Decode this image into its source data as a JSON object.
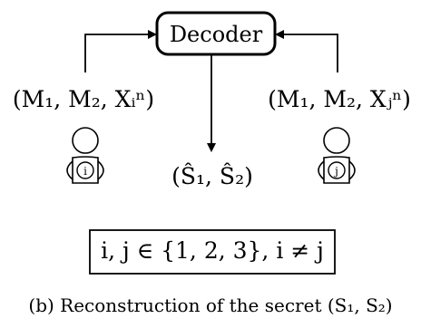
{
  "decoder": {
    "label": "Decoder"
  },
  "left_party": {
    "tuple": "(M₁, M₂, Xᵢⁿ)",
    "badge_label": "i"
  },
  "right_party": {
    "tuple": "(M₁, M₂, Xⱼⁿ)",
    "badge_label": "j"
  },
  "output": {
    "tuple": "(Ŝ₁, Ŝ₂)"
  },
  "constraint": {
    "text": "i, j ∈ {1, 2, 3}, i ≠ j"
  },
  "caption": {
    "text": "(b) Reconstruction of the secret (S₁, S₂)"
  }
}
